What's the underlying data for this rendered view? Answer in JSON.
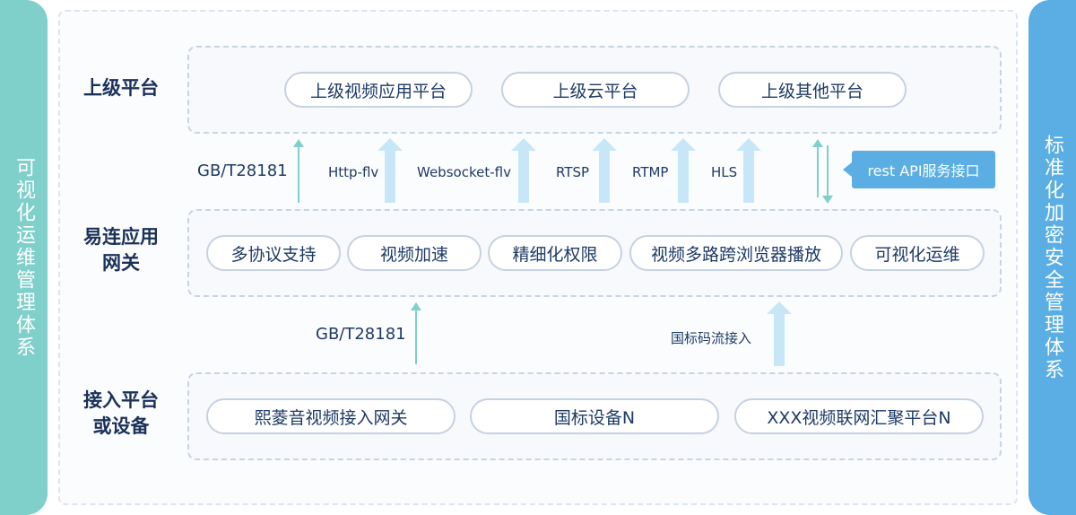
{
  "left_label": "可视化运维管理体系",
  "right_label": "标准化加密安全管理体系",
  "rows": {
    "top": {
      "label": "上级平台",
      "items": [
        "上级视频应用平台",
        "上级云平台",
        "上级其他平台"
      ]
    },
    "middle": {
      "label_line1": "易连应用",
      "label_line2": "网关",
      "items": [
        "多协议支持",
        "视频加速",
        "精细化权限",
        "视频多路跨浏览器播放",
        "可视化运维"
      ]
    },
    "bottom": {
      "label_line1": "接入平台",
      "label_line2": "或设备",
      "items": [
        "熙菱音视频接入网关",
        "国标设备N",
        "XXX视频联网汇聚平台N"
      ]
    }
  },
  "upper_protocols": [
    "GB/T28181",
    "Http-flv",
    "Websocket-flv",
    "RTSP",
    "RTMP",
    "HLS"
  ],
  "api_label": "rest API服务接口",
  "lower_protocols": [
    "GB/T28181",
    "国标码流接入"
  ],
  "colors": {
    "left_bar": "#7fcfca",
    "right_bar": "#5aaee3",
    "arrow_fill": "#c7e7f8",
    "arrow_line": "#7fcfca"
  }
}
